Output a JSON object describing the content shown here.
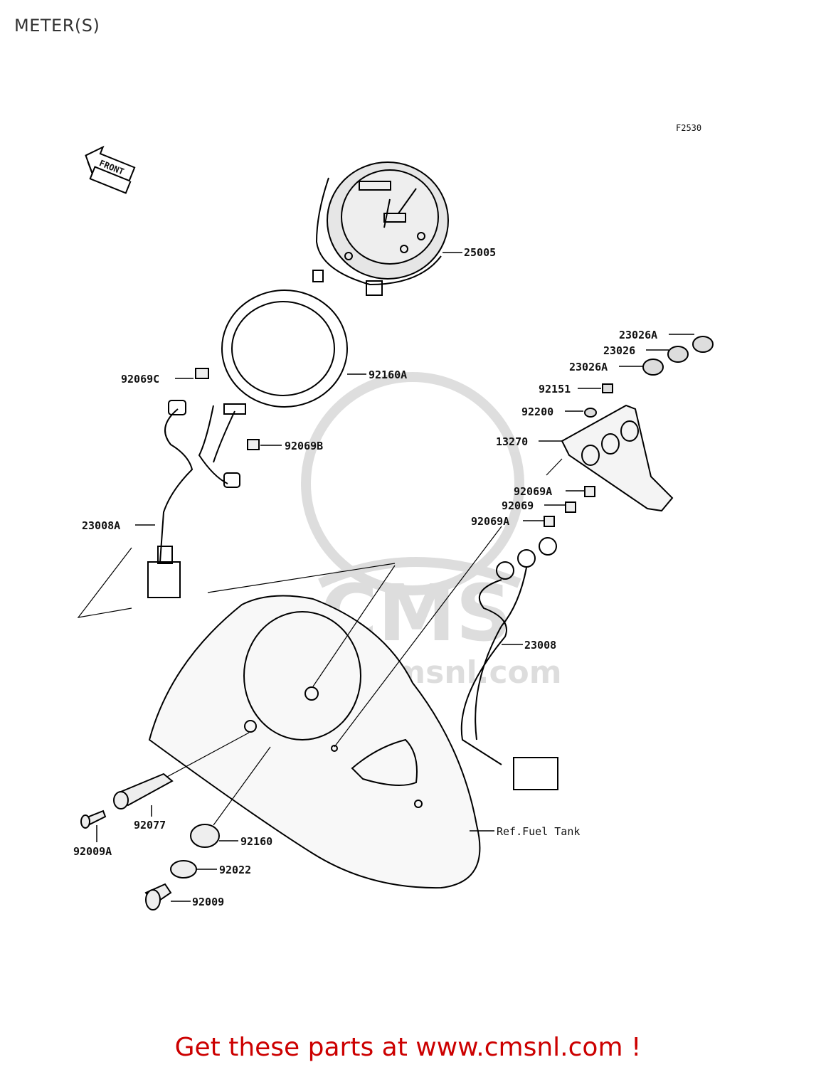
{
  "title": "METER(S)",
  "figure_id": "F2530",
  "front_label": "FRONT",
  "watermark": "www.cmsnl.com",
  "footer_text": "Get these parts at www.cmsnl.com !",
  "parts": {
    "p25005": "25005",
    "p92160A": "92160A",
    "p92069C": "92069C",
    "p92069B": "92069B",
    "p23008A": "23008A",
    "p23026A_top": "23026A",
    "p23026": "23026",
    "p23026A_bottom": "23026A",
    "p92151": "92151",
    "p92200": "92200",
    "p13270": "13270",
    "p92069A_top": "92069A",
    "p92069": "92069",
    "p92069A_bottom": "92069A",
    "p23008": "23008",
    "p92077": "92077",
    "p92009A": "92009A",
    "p92160": "92160",
    "p92022": "92022",
    "p92009": "92009",
    "ref_fuel_tank": "Ref.Fuel Tank"
  }
}
